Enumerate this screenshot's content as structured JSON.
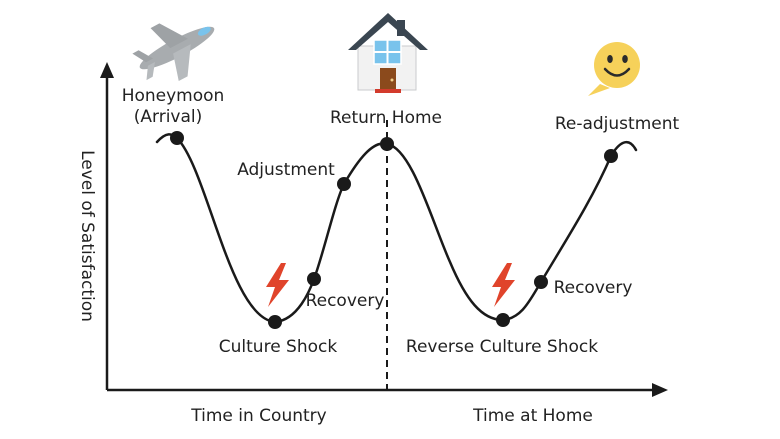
{
  "colors": {
    "curve": "#1a1a1a",
    "axis": "#1a1a1a",
    "bolt": "#e0442b",
    "plane": "#a8acaf",
    "smiley": "#f6d15a",
    "roof": "#3a4651",
    "house_wall": "#f2f2f2",
    "door": "#8b4a1c",
    "window": "#79c3ec"
  },
  "icons": [
    "airplane-icon",
    "house-icon",
    "smiley-icon",
    "lightning-bolt-icon"
  ],
  "axes": {
    "y_label": "Level of Satisfaction",
    "x_label_left": "Time in Country",
    "x_label_right": "Time at Home"
  },
  "labels": {
    "honeymoon_line1": "Honeymoon",
    "honeymoon_line2": "(Arrival)",
    "adjustment": "Adjustment",
    "return_home": "Return Home",
    "recovery_1": "Recovery",
    "culture_shock": "Culture Shock",
    "reverse_culture_shock": "Reverse Culture Shock",
    "recovery_2": "Recovery",
    "re_adjustment": "Re-adjustment"
  }
}
